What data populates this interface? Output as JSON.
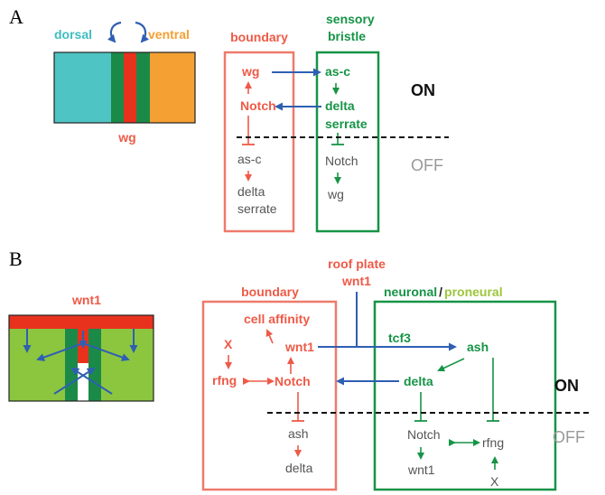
{
  "colors": {
    "red": "#ee5a47",
    "green": "#169446",
    "light_green": "#9cc63b",
    "blue": "#2f5fb3",
    "gray_text": "#555555",
    "cyan": "#4fc4c4",
    "orange": "#f5a033"
  },
  "panel_a": {
    "letter": "A",
    "dorsal": "dorsal",
    "ventral": "ventral",
    "wg_label": "wg",
    "boundary": {
      "title": "boundary",
      "on_1": "wg",
      "on_2": "Notch",
      "off_1": "as-c",
      "off_2": "delta",
      "off_3": "serrate"
    },
    "sensory": {
      "title_1": "sensory",
      "title_2": "bristle",
      "on_1": "as-c",
      "on_2": "delta",
      "on_3": "serrate",
      "off_1": "Notch",
      "off_2": "wg"
    },
    "on_label": "ON",
    "off_label": "OFF"
  },
  "panel_b": {
    "letter": "B",
    "wnt1_label": "wnt1",
    "roof_plate_1": "roof plate",
    "roof_plate_2": "wnt1",
    "boundary": {
      "title": "boundary",
      "cell_affinity": "cell affinity",
      "x": "X",
      "wnt1": "wnt1",
      "rfng": "rfng",
      "notch": "Notch",
      "ash": "ash",
      "delta": "delta"
    },
    "neuronal": {
      "title_1": "neuronal",
      "title_sep": "/",
      "title_2": "proneural",
      "tcf3": "tcf3",
      "ash": "ash",
      "delta": "delta",
      "notch": "Notch",
      "rfng": "rfng",
      "wnt1": "wnt1",
      "x": "X"
    },
    "on_label": "ON",
    "off_label": "OFF"
  }
}
